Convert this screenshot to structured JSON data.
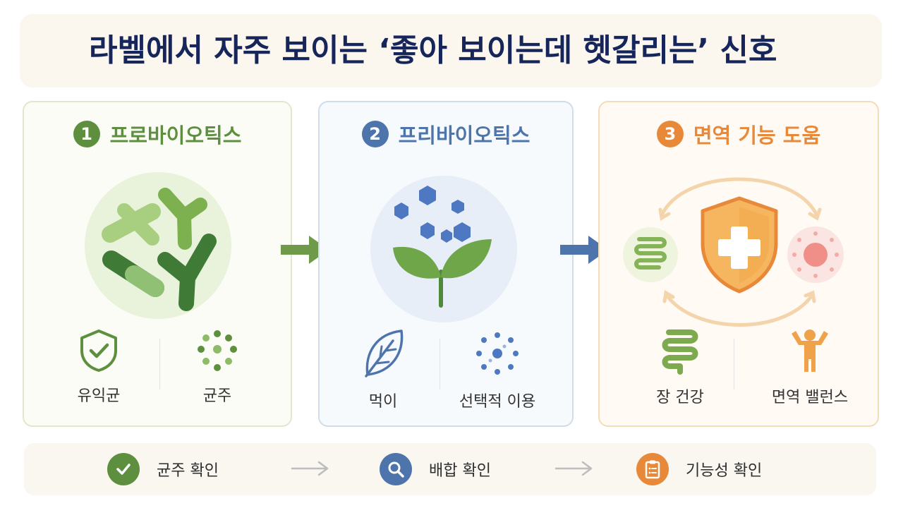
{
  "title": "라벨에서 자주 보이는 ‘좋아 보이는데 헷갈리는’ 신호",
  "panels": [
    {
      "number": "1",
      "label": "프로바이오틱스",
      "items": [
        "유익균",
        "균주"
      ]
    },
    {
      "number": "2",
      "label": "프리바이오틱스",
      "items": [
        "먹이",
        "선택적 이용"
      ]
    },
    {
      "number": "3",
      "label": "면역 기능 도움",
      "items": [
        "장 건강",
        "면역 밸런스"
      ]
    }
  ],
  "checks": [
    "균주 확인",
    "배합 확인",
    "기능성 확인"
  ],
  "colors": {
    "green": "#5d8f3f",
    "blue": "#4e75ab",
    "orange": "#e8893a",
    "navy": "#16255a"
  }
}
